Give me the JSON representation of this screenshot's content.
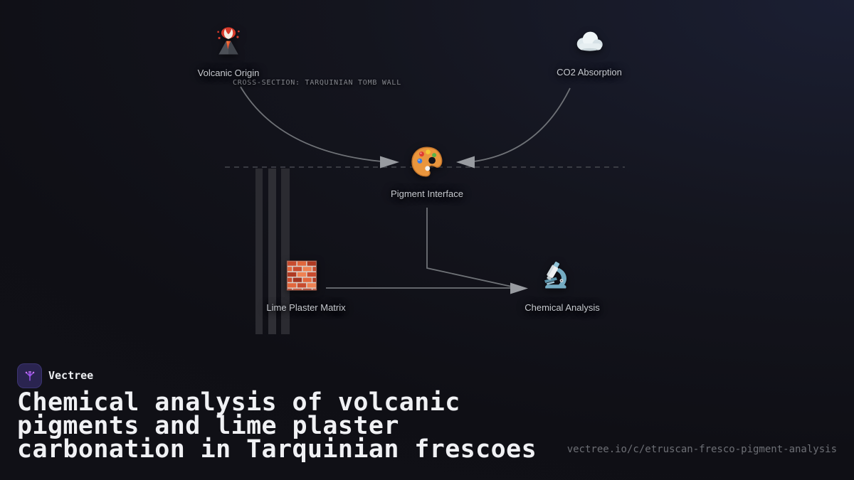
{
  "brand": {
    "name": "Vectree",
    "logo_icon": "vectree-logo",
    "logo_bg_color": "#2a2450",
    "logo_accent_color": "#9d55ec"
  },
  "title": {
    "line1": "Chemical analysis of volcanic",
    "line2": "pigments and lime plaster",
    "line3": "carbonation in Tarquinian frescoes"
  },
  "url": "vectree.io/c/etruscan-fresco-pigment-analysis",
  "diagram": {
    "caption": "CROSS-SECTION: TARQUINIAN TOMB WALL",
    "nodes": [
      {
        "id": "volcanic-origin",
        "label": "Volcanic Origin",
        "icon": "volcano-icon"
      },
      {
        "id": "co2-absorption",
        "label": "CO2 Absorption",
        "icon": "cloud-icon"
      },
      {
        "id": "pigment-interface",
        "label": "Pigment Interface",
        "icon": "palette-icon"
      },
      {
        "id": "lime-plaster-matrix",
        "label": "Lime Plaster Matrix",
        "icon": "bricks-icon"
      },
      {
        "id": "chemical-analysis",
        "label": "Chemical Analysis",
        "icon": "microscope-icon"
      }
    ],
    "edges": [
      {
        "from": "volcanic-origin",
        "to": "pigment-interface"
      },
      {
        "from": "co2-absorption",
        "to": "pigment-interface"
      },
      {
        "from": "pigment-interface",
        "to": "chemical-analysis"
      },
      {
        "from": "lime-plaster-matrix",
        "to": "chemical-analysis"
      }
    ],
    "colors": {
      "edge": "#6f7277",
      "arrowhead": "#989ba0",
      "dashed_line": "#46484f",
      "wall_bar": "#2d2d33",
      "label": "#c7cad0",
      "caption": "#84868c"
    }
  }
}
